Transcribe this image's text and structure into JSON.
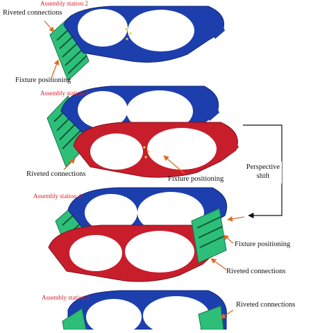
{
  "stations": [
    {
      "title": "Assembly station 2",
      "labels": [
        "Riveted connections",
        "Fixture positioning"
      ]
    },
    {
      "title": "Assembly station 3",
      "labels": [
        "Riveted connections",
        "Fixture positioning"
      ]
    },
    {
      "title": "Assembly station 4",
      "labels": [
        "Fixture positioning",
        "Riveted connections"
      ]
    },
    {
      "title": "Assembly station 5",
      "labels": [
        "Riveted connections"
      ]
    }
  ],
  "shift_label": {
    "line1": "Perspective",
    "line2": "shift"
  },
  "colors": {
    "frame_blue": "#1d3fae",
    "frame_red": "#c81e2c",
    "fixture_green": "#2dbf79",
    "station_title": "#d8202a",
    "arrow_orange": "#e06a1b",
    "connector": "#111111"
  }
}
